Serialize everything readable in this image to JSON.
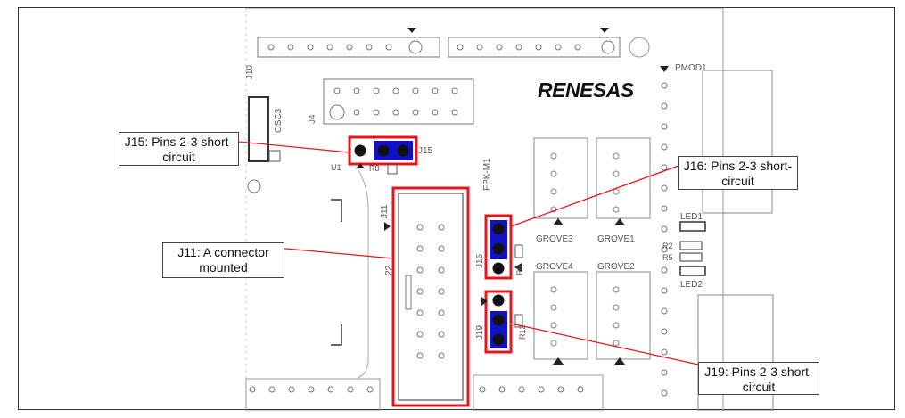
{
  "brand": {
    "logo_text": "RENESAS"
  },
  "board_labels": {
    "j10": "J10",
    "j4": "J4",
    "j15": "J15",
    "j16": "J16",
    "j19": "J19",
    "j11": "J11",
    "pin22": "22",
    "osc": "OSC3",
    "pmod": "PMOD1",
    "grove3": "GROVE3",
    "grove1": "GROVE1",
    "grove4": "GROVE4",
    "grove2": "GROVE2",
    "led1": "LED1",
    "led2": "LED2",
    "r2": "R2",
    "r5": "R5",
    "r8": "R8",
    "r9": "R9",
    "r12": "R12",
    "u1": "U1",
    "fpk": "FPK-M1"
  },
  "callouts": {
    "j15": "J15: Pins 2-3 short-circuit",
    "j11": "J11: A connector mounted",
    "j16": "J16: Pins 2-3 short-circuit",
    "j19": "J19: Pins 2-3 short-circuit"
  },
  "colors": {
    "highlight": "#e8141b",
    "jumper": "#1010c8",
    "pad": "#111111",
    "line": "#999999"
  }
}
